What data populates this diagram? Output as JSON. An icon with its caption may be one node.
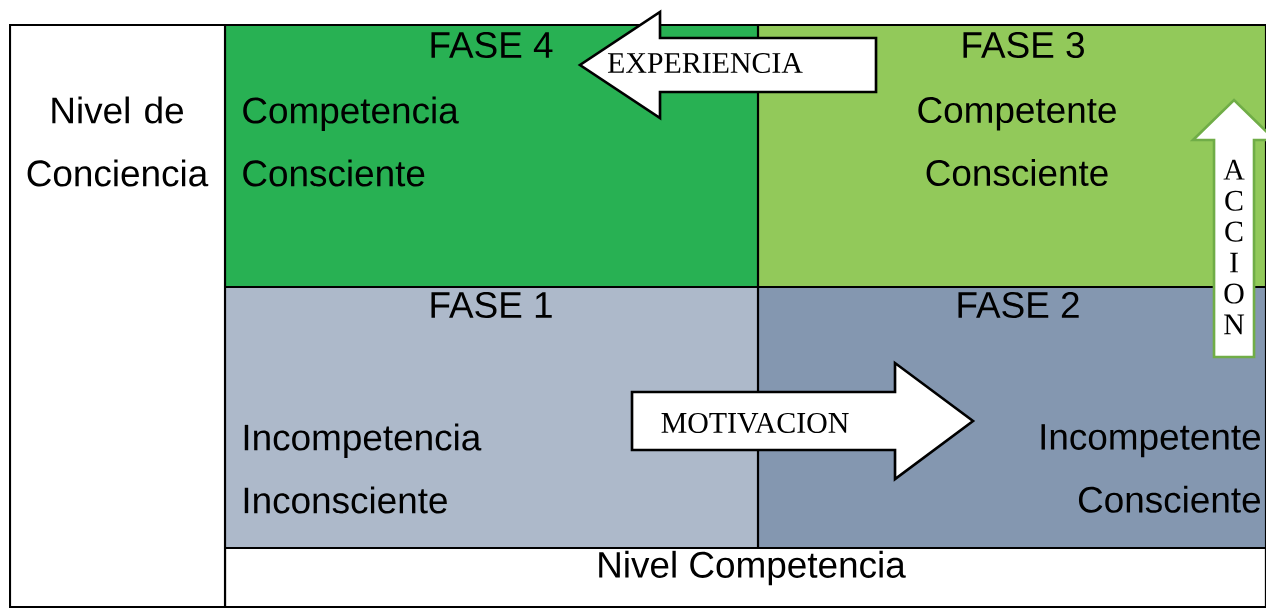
{
  "diagram": {
    "nodes": [
      {
        "text": [
          "Nivel de Conciencia"
        ]
      },
      {
        "text": [
          "FASE 4",
          "Competencia Consciente"
        ]
      },
      {
        "text": [
          "FASE 3",
          "Competente Consciente"
        ]
      },
      {
        "text": [
          "FASE 1",
          "Incompetencia Inconsciente"
        ]
      },
      {
        "text": [
          "FASE 2",
          "Incompetente Consciente"
        ]
      },
      {
        "text": [
          "Nivel Competencia"
        ]
      }
    ],
    "edges": [
      {
        "from": 2,
        "to": 1,
        "arrow": "to",
        "label": "EXPERIENCIA"
      },
      {
        "from": 3,
        "to": 4,
        "arrow": "to",
        "label": "MOTIVACION"
      },
      {
        "from": 4,
        "to": 2,
        "arrow": "to",
        "label": "ACCION",
        "color": "#70ad47"
      }
    ]
  }
}
